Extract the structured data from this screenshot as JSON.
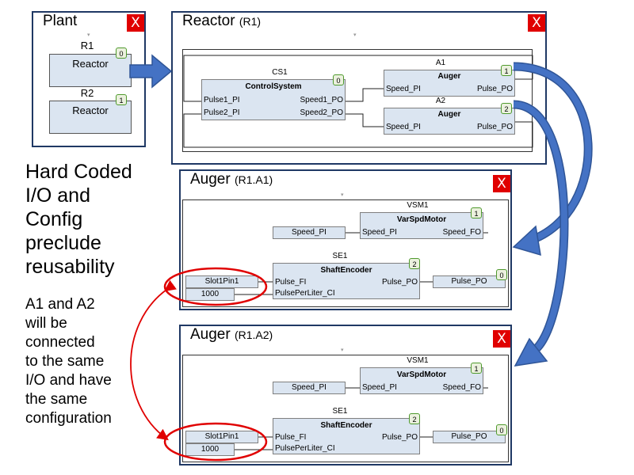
{
  "plant": {
    "title": "Plant",
    "close": "X",
    "blocks": [
      {
        "label": "R1",
        "name": "Reactor",
        "badge": "0"
      },
      {
        "label": "R2",
        "name": "Reactor",
        "badge": "1"
      }
    ]
  },
  "reactor": {
    "title": "Reactor",
    "path": "(R1)",
    "close": "X",
    "cs1": {
      "label": "CS1",
      "name": "ControlSystem",
      "badge": "0",
      "in1": "Pulse1_PI",
      "in2": "Pulse2_PI",
      "out1": "Speed1_PO",
      "out2": "Speed2_PO"
    },
    "a1": {
      "label": "A1",
      "name": "Auger",
      "badge": "1",
      "in": "Speed_PI",
      "out": "Pulse_PO"
    },
    "a2": {
      "label": "A2",
      "name": "Auger",
      "badge": "2",
      "in": "Speed_PI",
      "out": "Pulse_PO"
    }
  },
  "auger1": {
    "title": "Auger",
    "path": "(R1.A1)",
    "close": "X",
    "vsm": {
      "label": "VSM1",
      "name": "VarSpdMotor",
      "badge": "1",
      "in": "Speed_PI",
      "out": "Speed_FO"
    },
    "speed_ref": "Speed_PI",
    "se": {
      "label": "SE1",
      "name": "ShaftEncoder",
      "badge": "2",
      "in1": "Pulse_FI",
      "in2": "PulsePerLiter_CI",
      "out": "Pulse_PO"
    },
    "slot": "Slot1Pin1",
    "config": "1000",
    "pulse_out": "Pulse_PO",
    "pulse_badge": "0"
  },
  "auger2": {
    "title": "Auger",
    "path": "(R1.A2)",
    "close": "X",
    "vsm": {
      "label": "VSM1",
      "name": "VarSpdMotor",
      "badge": "1",
      "in": "Speed_PI",
      "out": "Speed_FO"
    },
    "speed_ref": "Speed_PI",
    "se": {
      "label": "SE1",
      "name": "ShaftEncoder",
      "badge": "2",
      "in1": "Pulse_FI",
      "in2": "PulsePerLiter_CI",
      "out": "Pulse_PO"
    },
    "slot": "Slot1Pin1",
    "config": "1000",
    "pulse_out": "Pulse_PO",
    "pulse_badge": "0"
  },
  "annotations": {
    "heading": [
      "Hard Coded",
      "I/O and",
      "Config",
      "preclude",
      "reusability"
    ],
    "note": [
      "A1 and A2",
      "will be",
      "connected",
      "to the same",
      "I/O and have",
      "the same",
      "configuration"
    ]
  },
  "colors": {
    "window_border": "#1f3864",
    "close": "#e00000",
    "block_fill": "#dbe5f1",
    "badge_fill": "#ebf1de",
    "arrow": "#4472c4",
    "highlight": "#e00000"
  }
}
